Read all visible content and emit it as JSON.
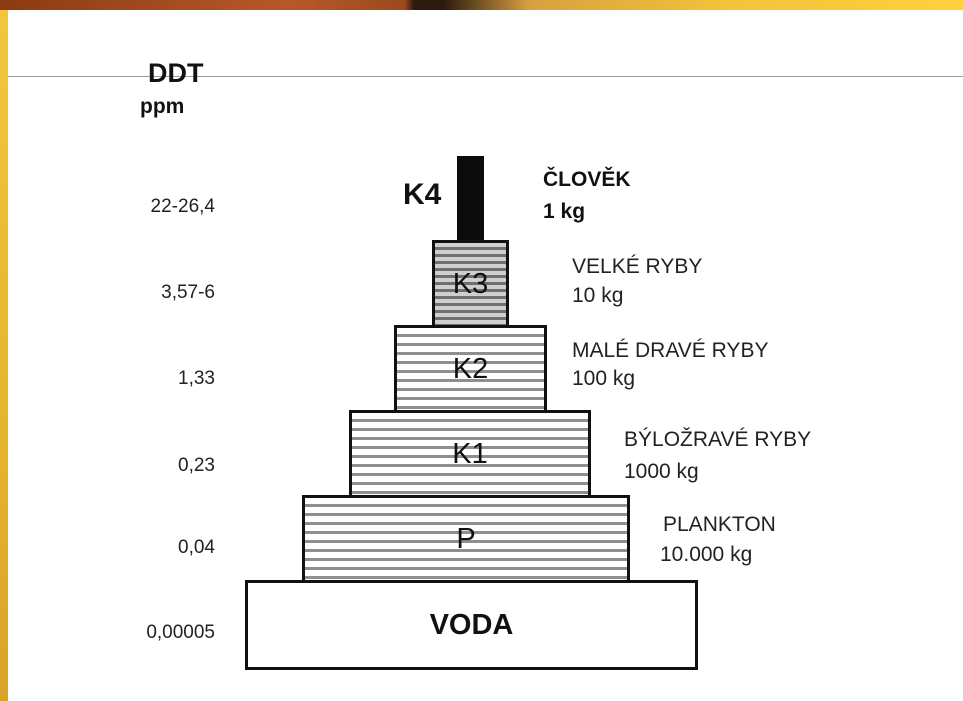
{
  "header": {
    "title": "DDT",
    "unit": "ppm"
  },
  "levels": [
    {
      "code": "K4",
      "concentration": "22-26,4",
      "organism": "ČLOVĚK",
      "mass": "1 kg"
    },
    {
      "code": "K3",
      "concentration": "3,57-6",
      "organism": "VELKÉ  RYBY",
      "mass": "10 kg"
    },
    {
      "code": "K2",
      "concentration": "1,33",
      "organism": "MALÉ DRAVÉ RYBY",
      "mass": "100 kg"
    },
    {
      "code": "K1",
      "concentration": "0,23",
      "organism": "BÝLOŽRAVÉ RYBY",
      "mass": "1000 kg"
    },
    {
      "code": "P",
      "concentration": "0,04",
      "organism": "PLANKTON",
      "mass": "10.000 kg"
    },
    {
      "code": "VODA",
      "concentration": "0,00005"
    }
  ]
}
